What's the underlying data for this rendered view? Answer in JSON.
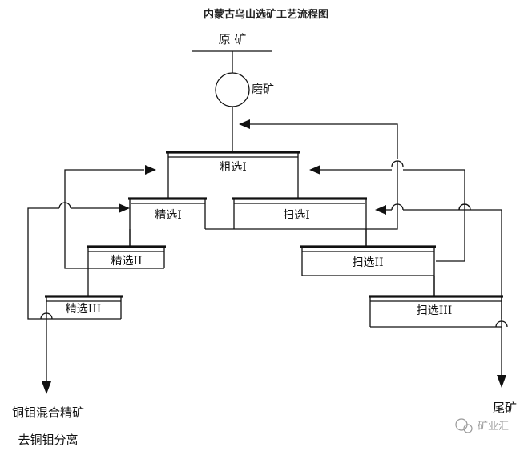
{
  "title": "内蒙古乌山选矿工艺流程图",
  "feed_label": "原  矿",
  "grinding_label": "磨矿",
  "stages": {
    "rougher": "粗选I",
    "cleaner1": "精选I",
    "cleaner2": "精选II",
    "cleaner3": "精选III",
    "scavenger1": "扫选I",
    "scavenger2": "扫选II",
    "scavenger3": "扫选III"
  },
  "outputs": {
    "concentrate_line1": "铜钼混合精矿",
    "concentrate_line2": "去铜钼分离",
    "tailings": "尾矿"
  },
  "watermark": "矿业汇",
  "colors": {
    "line": "#111111",
    "watermark": "#9a9a9a"
  }
}
